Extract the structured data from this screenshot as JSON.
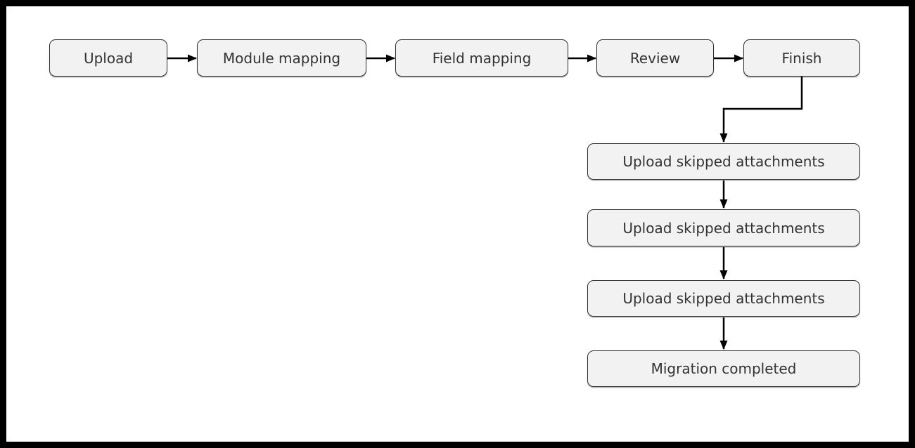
{
  "colors": {
    "background": "#ffffff",
    "frame": "#000000",
    "node-fill": "#f2f2f2",
    "node-border": "#333333",
    "node-text": "#333333",
    "arrow": "#000000"
  },
  "flow": {
    "steps": [
      {
        "label": "Upload"
      },
      {
        "label": "Module mapping"
      },
      {
        "label": "Field mapping"
      },
      {
        "label": "Review"
      },
      {
        "label": "Finish"
      }
    ],
    "post_steps": [
      {
        "label": "Upload skipped attachments"
      },
      {
        "label": "Upload skipped attachments"
      },
      {
        "label": "Upload skipped attachments"
      },
      {
        "label": "Migration completed"
      }
    ]
  }
}
